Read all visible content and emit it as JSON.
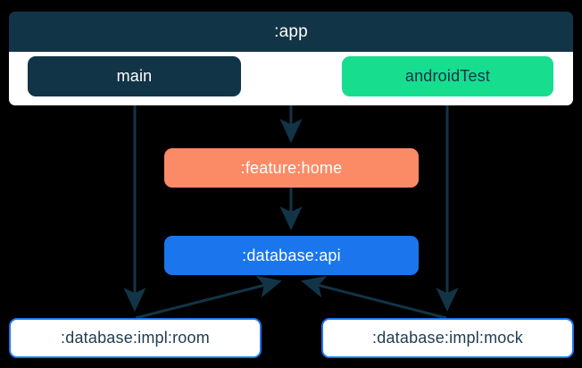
{
  "diagram": {
    "title": ":app",
    "background_color": "#000000",
    "cluster": {
      "label": ":app",
      "fill": "#123447",
      "body_fill": "#ffffff",
      "nodes": [
        {
          "id": "main",
          "label": "main",
          "fill": "#123447",
          "text_color": "#ffffff"
        },
        {
          "id": "androidTest",
          "label": "androidTest",
          "fill": "#17DE8F",
          "text_color": "#123447"
        }
      ]
    },
    "nodes": [
      {
        "id": "feature-home",
        "label": ":feature:home",
        "fill": "#FA8B66",
        "text_color": "#ffffff"
      },
      {
        "id": "database-api",
        "label": ":database:api",
        "fill": "#1B76ED",
        "text_color": "#ffffff"
      },
      {
        "id": "database-impl-room",
        "label": ":database:impl:room",
        "fill": "#ffffff",
        "stroke": "#1B76ED",
        "text_color": "#1F3C50"
      },
      {
        "id": "database-impl-mock",
        "label": ":database:impl:mock",
        "fill": "#ffffff",
        "stroke": "#1B76ED",
        "text_color": "#1F3C50"
      }
    ],
    "edges": [
      {
        "from": "main",
        "to": "database-impl-room",
        "arrow": "end",
        "color": "#123447"
      },
      {
        "from": "app",
        "to": "feature-home",
        "arrow": "end",
        "color": "#123447"
      },
      {
        "from": "androidTest",
        "to": "database-impl-mock",
        "arrow": "end",
        "color": "#123447"
      },
      {
        "from": "feature-home",
        "to": "database-api",
        "arrow": "end",
        "color": "#123447"
      },
      {
        "from": "database-impl-room",
        "to": "database-api",
        "arrow": "end",
        "color": "#123447"
      },
      {
        "from": "database-impl-mock",
        "to": "database-api",
        "arrow": "end",
        "color": "#123447"
      }
    ],
    "edge_color": "#123447"
  }
}
